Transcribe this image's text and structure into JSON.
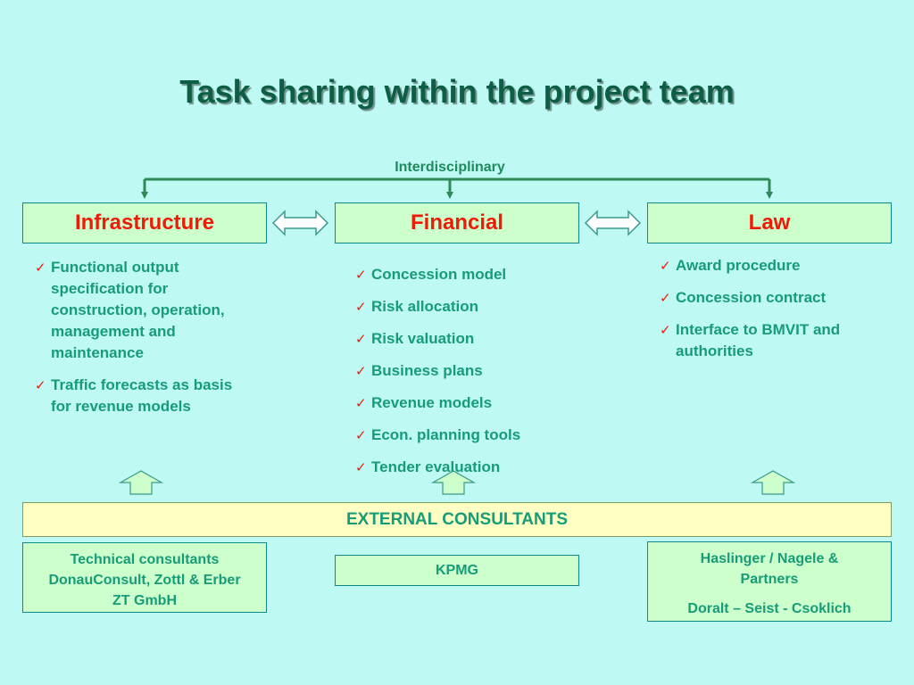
{
  "title": "Task sharing within the project team",
  "interdisciplinary_label": "Interdisciplinary",
  "departments": [
    {
      "name": "Infrastructure",
      "items": [
        "Functional output specification for construction, operation, management and maintenance",
        "Traffic forecasts as basis for revenue models"
      ]
    },
    {
      "name": "Financial",
      "items": [
        "Concession model",
        "Risk allocation",
        "Risk valuation",
        "Business plans",
        "Revenue models",
        "Econ. planning tools",
        "Tender evaluation"
      ]
    },
    {
      "name": "Law",
      "items": [
        "Award procedure",
        "Concession contract",
        "Interface to BMVIT and authorities"
      ]
    }
  ],
  "external_consultants_label": "EXTERNAL CONSULTANTS",
  "consultants": {
    "technical": {
      "line1": "Technical consultants",
      "line2": "DonauConsult, Zottl & Erber",
      "line3": "ZT GmbH"
    },
    "financial": {
      "line1": "KPMG"
    },
    "legal": {
      "line1": "Haslinger / Nagele &",
      "line2": "Partners",
      "line3": "Doralt – Seist - Csoklich"
    }
  },
  "colors": {
    "background": "#bff9f4",
    "title": "#0c5f45",
    "box_fill": "#ccffcc",
    "dept_text": "#ee1b08",
    "item_text": "#179c78",
    "check": "#ee1b08",
    "bar_fill": "#ffffc4",
    "connector": "#2e8b57"
  }
}
